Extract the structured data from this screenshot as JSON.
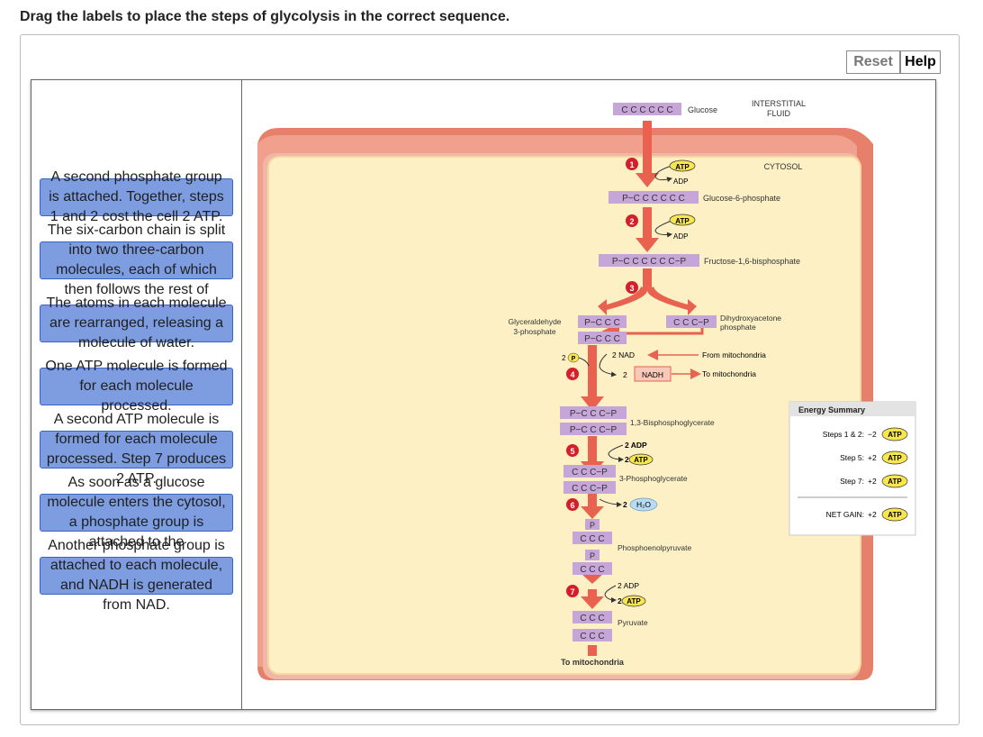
{
  "instruction": "Drag the labels to place the steps of glycolysis in the correct sequence.",
  "buttons": {
    "reset": "Reset",
    "help": "Help"
  },
  "labels": [
    "A second phosphate group is attached. Together, steps 1 and 2 cost the cell 2 ATP.",
    "The six-carbon chain is split into two three-carbon molecules, each of which then follows the rest of",
    "The atoms in each molecule are rearranged, releasing a molecule of water.",
    "One ATP molecule is formed for each molecule processed.",
    "A second ATP molecule is formed for each molecule processed. Step 7 produces 2 ATP.",
    "As soon as a glucose molecule enters the cytosol, a phosphate group is attached to the",
    "Another phosphate group is attached to each molecule, and NADH is generated from NAD."
  ],
  "slots": [
    "1",
    "2",
    "3",
    "4",
    "5",
    "6",
    "7"
  ],
  "diagram": {
    "interstitial": [
      "INTERSTITIAL",
      "FLUID"
    ],
    "cytosol": "CYTOSOL",
    "glucose_chain": "C C C C C C",
    "glucose": "Glucose",
    "g6p_chain": "P−C C C C C C",
    "g6p": "Glucose-6-phosphate",
    "f16bp_chain": "P−C C C C C C−P",
    "f16bp": "Fructose-1,6-bisphosphate",
    "g3p_chain": "P−C C C",
    "g3p": [
      "Glyceraldehyde",
      "3-phosphate"
    ],
    "dhap_chain": "C C C−P",
    "dhap": [
      "Dihydroxyacetone",
      "phosphate"
    ],
    "atp": "ATP",
    "adp": "ADP",
    "two_p": "2",
    "p": "P",
    "nad": "2 NAD",
    "nadh_pre": "2",
    "nadh": "NADH",
    "from_mito": "From mitochondria",
    "to_mito": "To mitochondria",
    "bpg_chain": "P−C C C−P",
    "bpg": "1,3-Bisphosphoglycerate",
    "two_adp": "2 ADP",
    "two": "2",
    "pg_chain": "C C C−P",
    "pg": "3-Phosphoglycerate",
    "h2o": "H₂O",
    "ccc": "C C C",
    "pep": "Phosphoenolpyruvate",
    "pyruvate": "Pyruvate",
    "to_mitochondria_bottom": "To mitochondria",
    "steps": [
      "1",
      "2",
      "3",
      "4",
      "5",
      "6",
      "7"
    ]
  },
  "energy_summary": {
    "title": "Energy Summary",
    "rows": [
      {
        "label": "Steps 1 & 2:",
        "value": "−2",
        "atp": "ATP"
      },
      {
        "label": "Step 5:",
        "value": "+2",
        "atp": "ATP"
      },
      {
        "label": "Step 7:",
        "value": "+2",
        "atp": "ATP"
      }
    ],
    "net_label": "NET GAIN:",
    "net_value": "+2",
    "net_atp": "ATP"
  }
}
